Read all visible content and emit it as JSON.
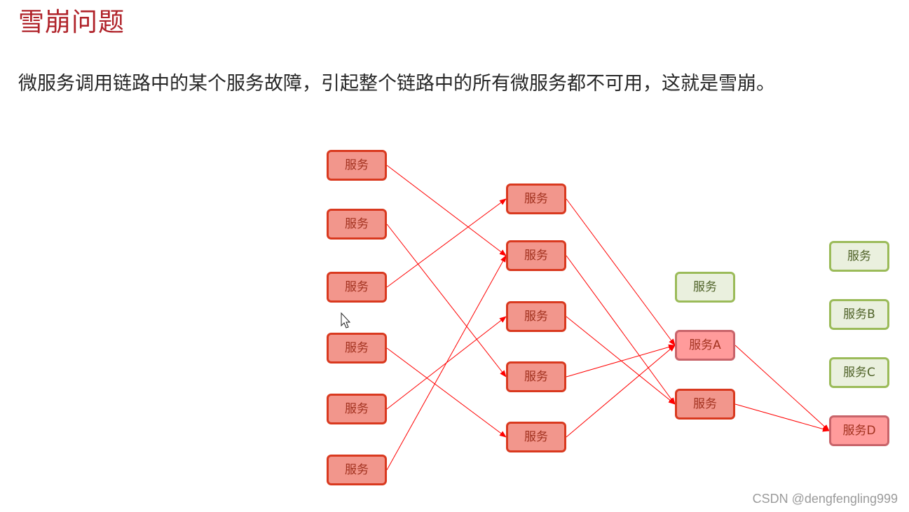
{
  "page": {
    "title": "雪崩问题",
    "description": "微服务调用链路中的某个服务故障，引起整个链路中的所有微服务都不可用，这就是雪崩。",
    "watermark": "CSDN @dengfengling999"
  },
  "colors": {
    "failed_fill": "#f2968c",
    "failed_border": "#d9391f",
    "failed_text": "#a2321f",
    "highlight_fill": "#ff9b9b",
    "highlight_border": "#c8646a",
    "healthy_fill": "#eaf0de",
    "healthy_border": "#9bbb59",
    "healthy_text": "#4f6228",
    "arrow": "#ff0000"
  },
  "diagram": {
    "nodes": [
      {
        "id": "c1n1",
        "label": "服务",
        "status": "failed"
      },
      {
        "id": "c1n2",
        "label": "服务",
        "status": "failed"
      },
      {
        "id": "c1n3",
        "label": "服务",
        "status": "failed"
      },
      {
        "id": "c1n4",
        "label": "服务",
        "status": "failed"
      },
      {
        "id": "c1n5",
        "label": "服务",
        "status": "failed"
      },
      {
        "id": "c1n6",
        "label": "服务",
        "status": "failed"
      },
      {
        "id": "c2n1",
        "label": "服务",
        "status": "failed"
      },
      {
        "id": "c2n2",
        "label": "服务",
        "status": "failed"
      },
      {
        "id": "c2n3",
        "label": "服务",
        "status": "failed"
      },
      {
        "id": "c2n4",
        "label": "服务",
        "status": "failed"
      },
      {
        "id": "c2n5",
        "label": "服务",
        "status": "failed"
      },
      {
        "id": "c3n1",
        "label": "服务",
        "status": "healthy"
      },
      {
        "id": "c3n2",
        "label": "服务A",
        "status": "highlight"
      },
      {
        "id": "c3n3",
        "label": "服务",
        "status": "failed"
      },
      {
        "id": "c4n1",
        "label": "服务",
        "status": "healthy"
      },
      {
        "id": "c4n2",
        "label": "服务B",
        "status": "healthy"
      },
      {
        "id": "c4n3",
        "label": "服务C",
        "status": "healthy"
      },
      {
        "id": "c4n4",
        "label": "服务D",
        "status": "highlight"
      }
    ],
    "edges": [
      {
        "from": "c1n1",
        "to": "c2n2"
      },
      {
        "from": "c1n2",
        "to": "c2n4"
      },
      {
        "from": "c1n3",
        "to": "c2n1"
      },
      {
        "from": "c1n4",
        "to": "c2n5"
      },
      {
        "from": "c1n5",
        "to": "c2n3"
      },
      {
        "from": "c1n6",
        "to": "c2n2"
      },
      {
        "from": "c2n1",
        "to": "c3n2"
      },
      {
        "from": "c2n2",
        "to": "c3n3"
      },
      {
        "from": "c2n3",
        "to": "c3n3"
      },
      {
        "from": "c2n4",
        "to": "c3n2"
      },
      {
        "from": "c2n5",
        "to": "c3n2"
      },
      {
        "from": "c3n2",
        "to": "c4n4"
      },
      {
        "from": "c3n3",
        "to": "c4n4"
      }
    ]
  }
}
